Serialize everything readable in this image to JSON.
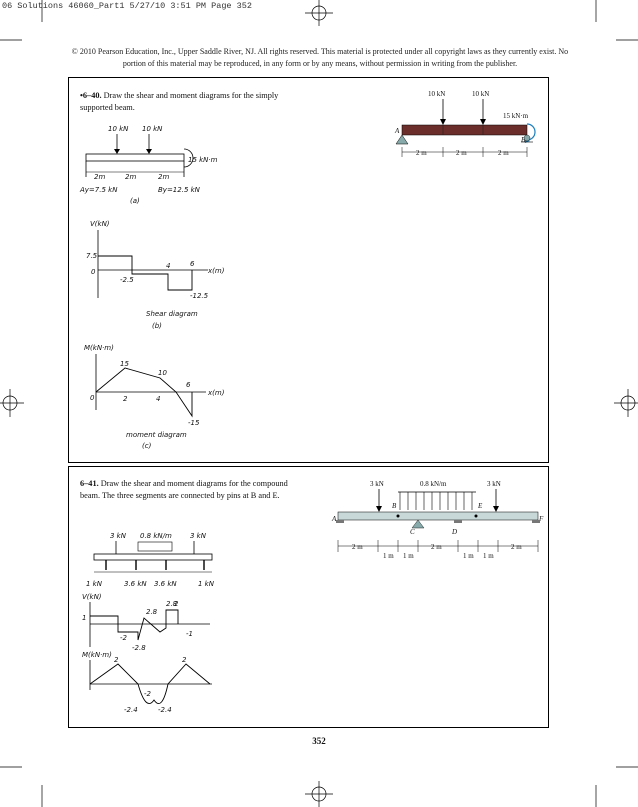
{
  "slug": "06 Solutions 46060_Part1   5/27/10   3:51 PM   Page 352",
  "copyright": "© 2010 Pearson Education, Inc., Upper Saddle River, NJ. All rights reserved. This material is protected under all copyright laws as they currently exist. No portion of this material may be reproduced, in any form or by any means, without permission in writing from the publisher.",
  "problem1": {
    "number": "•6–40.",
    "statement": "Draw the shear and moment diagrams for the simply supported beam.",
    "figure": {
      "loads": [
        "10 kN",
        "10 kN"
      ],
      "moment": "15 kN·m",
      "supports": [
        "A",
        "B"
      ],
      "spans": [
        "2 m",
        "2 m",
        "2 m"
      ]
    },
    "sketch_a": {
      "loads": [
        "10 kN",
        "10 kN"
      ],
      "moment": "15 kN·m",
      "spans": [
        "2m",
        "2m",
        "2m"
      ],
      "reactions": [
        "Ay=7.5 kN",
        "By=12.5 kN"
      ],
      "caption": "(a)"
    },
    "shear": {
      "axis_y": "V(kN)",
      "axis_x": "x(m)",
      "values": [
        "7.5",
        "-2.5",
        "4",
        "6",
        "-12.5",
        "0"
      ],
      "caption": "Shear diagram",
      "sub": "(b)"
    },
    "moment_d": {
      "axis_y": "M(kN·m)",
      "axis_x": "x(m)",
      "values": [
        "15",
        "10",
        "0",
        "2",
        "4",
        "6",
        "-15"
      ],
      "caption": "moment diagram",
      "sub": "(c)"
    }
  },
  "problem2": {
    "number": "6–41.",
    "statement": "Draw the shear and moment diagrams for the compound beam. The three segments are connected by pins at B and E.",
    "figure": {
      "loads": [
        "3 kN",
        "0.8 kN/m",
        "3 kN"
      ],
      "points": [
        "A",
        "B",
        "C",
        "D",
        "E",
        "F"
      ],
      "spans": [
        "2 m",
        "1 m",
        "1 m",
        "2 m",
        "1 m",
        "1 m",
        "2 m"
      ]
    },
    "sketch_a": {
      "loads": [
        "3 kN",
        "0.8 kN/m",
        "3 kN"
      ],
      "reactions": [
        "1 kN",
        "3.6 kN",
        "3.6 kN",
        "1 kN"
      ]
    },
    "shear": {
      "axis_y": "V(kN)",
      "values": [
        "2.8",
        "2",
        "1",
        "-1",
        "-2.8",
        "-2",
        "2.8"
      ]
    },
    "moment_d": {
      "axis_y": "M(kN·m)",
      "values": [
        "2",
        "-2",
        "-2.4",
        "-2.4",
        "2"
      ]
    }
  },
  "page_number": "352"
}
